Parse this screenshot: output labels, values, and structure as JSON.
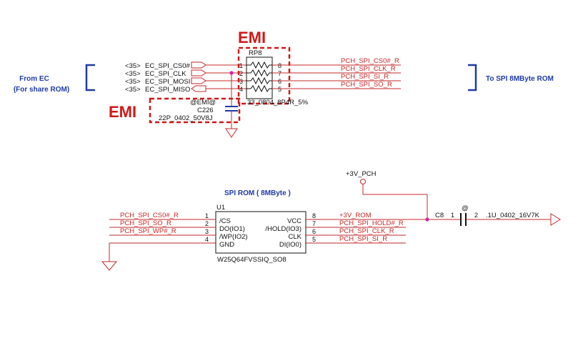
{
  "colors": {
    "net": "#c62828",
    "wire": "#c62828",
    "power": "#c62828",
    "note": "#1f3aa8",
    "emi": "#d01818",
    "junction": "#d6249f"
  },
  "top": {
    "emi_label_1": "EMI",
    "emi_label_2": "EMI",
    "from_ec": "From EC",
    "from_ec_sub": "(For share ROM)",
    "to_spi": "To SPI 8MByte ROM",
    "ec_nets": [
      {
        "ref": "<35>",
        "name": "EC_SPI_CS0#"
      },
      {
        "ref": "<35>",
        "name": "EC_SPI_CLK"
      },
      {
        "ref": "<35>",
        "name": "EC_SPI_MOSI"
      },
      {
        "ref": "<35>",
        "name": "EC_SPI_MISO"
      }
    ],
    "rp8": {
      "ref": "RP8",
      "value": "33_0804_8P4R_5%",
      "left_pins": [
        "1",
        "2",
        "3",
        "4"
      ],
      "right_pins": [
        "8",
        "7",
        "6",
        "5"
      ]
    },
    "pch_nets": [
      "PCH_SPI_CS0#_R",
      "PCH_SPI_CLK_R",
      "PCH_SPI_SI_R",
      "PCH_SPI_SO_R"
    ],
    "c226": {
      "tag": "@EMI@",
      "ref": "C226",
      "value": "22P_0402_50V8J"
    }
  },
  "bottom": {
    "title": "SPI ROM ( 8MByte )",
    "u1": {
      "ref": "U1",
      "part": "W25Q64FVSSIQ_SO8",
      "left_pins": [
        {
          "num": "1",
          "name": "/CS"
        },
        {
          "num": "2",
          "name": "DO(IO1)"
        },
        {
          "num": "3",
          "name": "/WP(IO2)"
        },
        {
          "num": "4",
          "name": "GND"
        }
      ],
      "right_pins": [
        {
          "num": "8",
          "name": "VCC"
        },
        {
          "num": "7",
          "name": "/HOLD(IO3)"
        },
        {
          "num": "6",
          "name": "CLK"
        },
        {
          "num": "5",
          "name": "DI(IO0)"
        }
      ]
    },
    "left_nets": [
      "PCH_SPI_CS0#_R",
      "PCH_SPI_SO_R",
      "PCH_SPI_WP#_R"
    ],
    "right_nets": [
      "+3V_ROM",
      "PCH_SPI_HOLD#_R",
      "PCH_SPI_CLK_R",
      "PCH_SPI_SI_R"
    ],
    "power": "+3V_PCH",
    "c8": {
      "ref": "C8",
      "pin1": "1",
      "pin2": "2",
      "tag": "@",
      "value": ".1U_0402_16V7K"
    }
  }
}
